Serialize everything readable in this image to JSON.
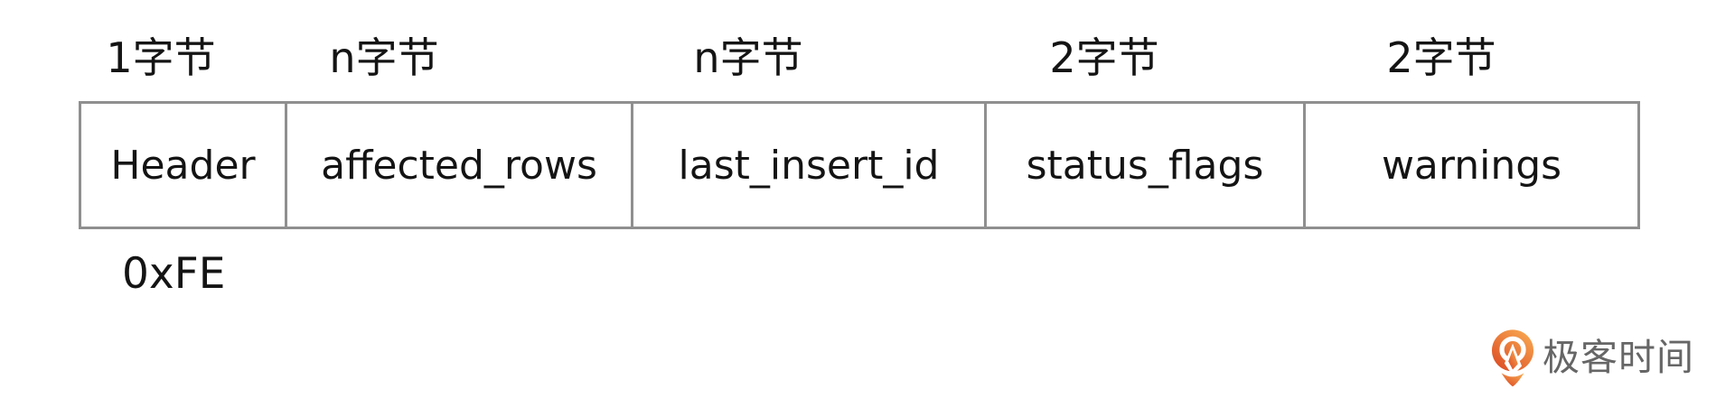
{
  "diagram": {
    "columns": [
      {
        "size": "1字节",
        "field": "Header"
      },
      {
        "size": "n字节",
        "field": "affected_rows"
      },
      {
        "size": "n字节",
        "field": "last_insert_id"
      },
      {
        "size": "2字节",
        "field": "status_flags"
      },
      {
        "size": "2字节",
        "field": "warnings"
      }
    ],
    "annotation": "0xFE"
  },
  "watermark": {
    "brand": "极客时间"
  },
  "colors": {
    "border": "#8f8f8f",
    "text": "#141414",
    "watermark_text": "#666666",
    "logo_gradient_start": "#F7A64F",
    "logo_gradient_end": "#DD4E25"
  }
}
